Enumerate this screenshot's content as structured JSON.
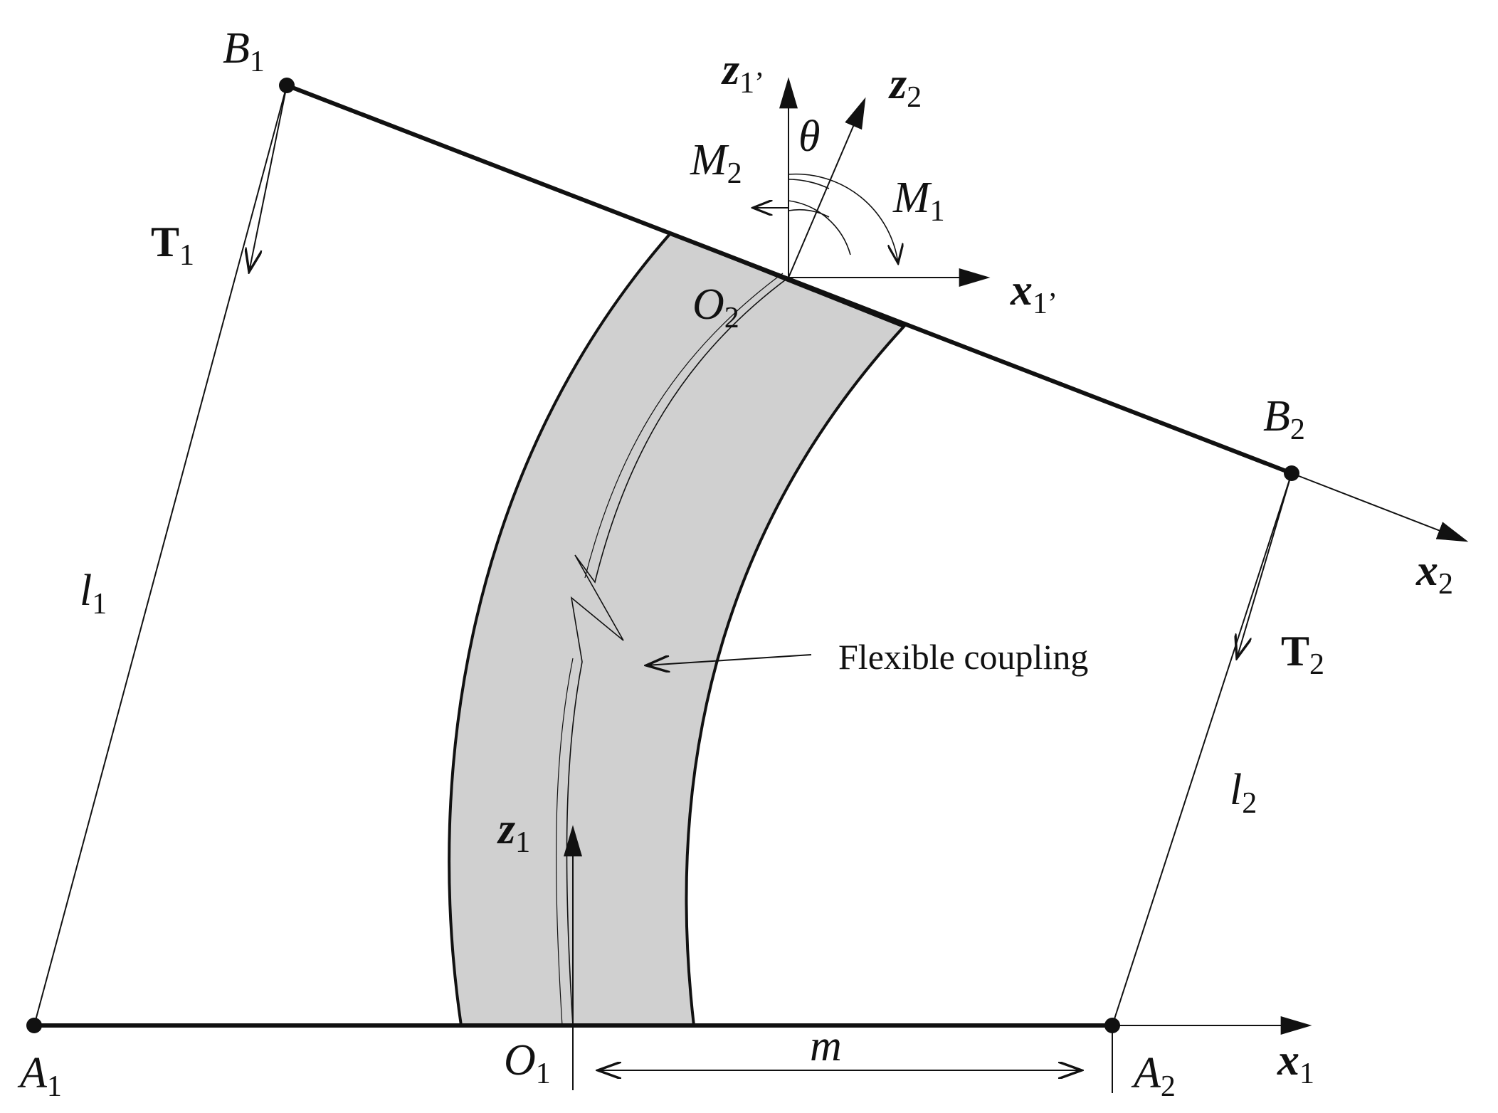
{
  "points": {
    "A1": {
      "base": "A",
      "sub": "1"
    },
    "A2": {
      "base": "A",
      "sub": "2"
    },
    "B1": {
      "base": "B",
      "sub": "1"
    },
    "B2": {
      "base": "B",
      "sub": "2"
    },
    "O1": {
      "base": "O",
      "sub": "1"
    },
    "O2": {
      "base": "O",
      "sub": "2"
    }
  },
  "axes": {
    "x1": {
      "base": "x",
      "sub": "1"
    },
    "z1": {
      "base": "z",
      "sub": "1"
    },
    "x2": {
      "base": "x",
      "sub": "2"
    },
    "z2": {
      "base": "z",
      "sub": "2"
    },
    "x1p": {
      "base": "x",
      "sub": "1’"
    },
    "z1p": {
      "base": "z",
      "sub": "1’"
    }
  },
  "forces": {
    "T1": {
      "base": "T",
      "sub": "1"
    },
    "T2": {
      "base": "T",
      "sub": "2"
    }
  },
  "moments": {
    "M1": {
      "base": "M",
      "sub": "1"
    },
    "M2": {
      "base": "M",
      "sub": "2"
    }
  },
  "lengths": {
    "l1": {
      "base": "l",
      "sub": "1"
    },
    "l2": {
      "base": "l",
      "sub": "2"
    },
    "m": "m"
  },
  "angle": "θ",
  "annotation": "Flexible coupling",
  "colors": {
    "ink": "#111111",
    "coupling_fill": "#d0d0d0",
    "background": "#ffffff"
  }
}
